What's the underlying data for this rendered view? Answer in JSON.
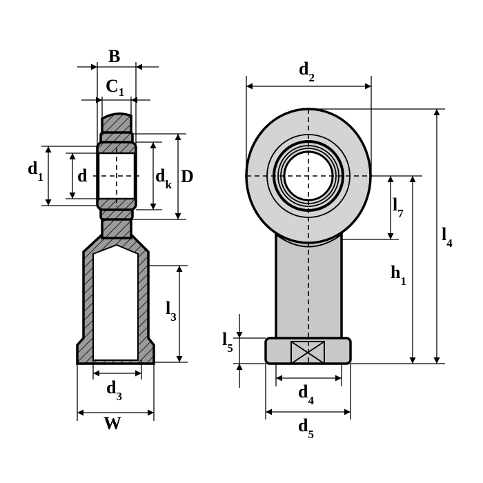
{
  "title": "Rod end with female thread – dimension drawing",
  "labels": {
    "B": {
      "main": "B",
      "sub": ""
    },
    "C1": {
      "main": "C",
      "sub": "1"
    },
    "d1": {
      "main": "d",
      "sub": "1"
    },
    "d": {
      "main": "d",
      "sub": ""
    },
    "dk": {
      "main": "d",
      "sub": "k"
    },
    "D": {
      "main": "D",
      "sub": ""
    },
    "l3": {
      "main": "l",
      "sub": "3"
    },
    "d3": {
      "main": "d",
      "sub": "3"
    },
    "W": {
      "main": "W",
      "sub": ""
    },
    "d2": {
      "main": "d",
      "sub": "2"
    },
    "l4": {
      "main": "l",
      "sub": "4"
    },
    "h1": {
      "main": "h",
      "sub": "1"
    },
    "l7": {
      "main": "l",
      "sub": "7"
    },
    "l5": {
      "main": "l",
      "sub": "5"
    },
    "d4": {
      "main": "d",
      "sub": "4"
    },
    "d5": {
      "main": "d",
      "sub": "5"
    }
  },
  "colors": {
    "body_fill": "#c8c8c8",
    "section_fill": "#9a9a9a"
  }
}
